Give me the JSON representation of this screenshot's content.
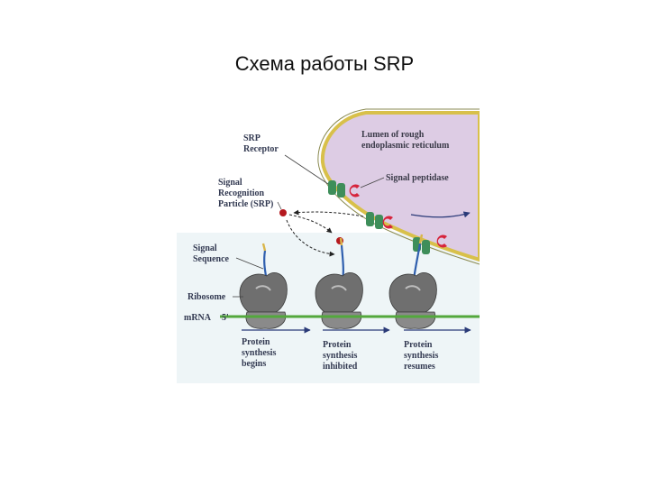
{
  "slide": {
    "title": "Схема работы SRP"
  },
  "figure": {
    "labels": {
      "lumen": [
        "Lumen of rough",
        "endoplasmic reticulum"
      ],
      "srp_receptor": [
        "SRP",
        "Receptor"
      ],
      "signal_peptidase": "Signal peptidase",
      "srp": [
        "Signal",
        "Recognition",
        "Particle (SRP)"
      ],
      "signal_sequence": [
        "Signal",
        "Sequence"
      ],
      "ribosome": "Ribosome",
      "mrna": "mRNA",
      "mrna_end": "5'",
      "stage1": [
        "Protein",
        "synthesis",
        "begins"
      ],
      "stage2": [
        "Protein",
        "synthesis",
        "inhibited"
      ],
      "stage3": [
        "Protein",
        "synthesis",
        "resumes"
      ]
    },
    "colors": {
      "er_fill": "#ddcce4",
      "er_membrane": "#d8c04a",
      "receptor": "#3e8e5a",
      "peptidase": "#d6243c",
      "srp": "#b5191f",
      "ribosome": "#7c7c7c",
      "mrna": "#53a83c",
      "chain_blue": "#2f5fae",
      "chain_yellow": "#d9b64a",
      "background_panel": "#eef5f7"
    }
  }
}
